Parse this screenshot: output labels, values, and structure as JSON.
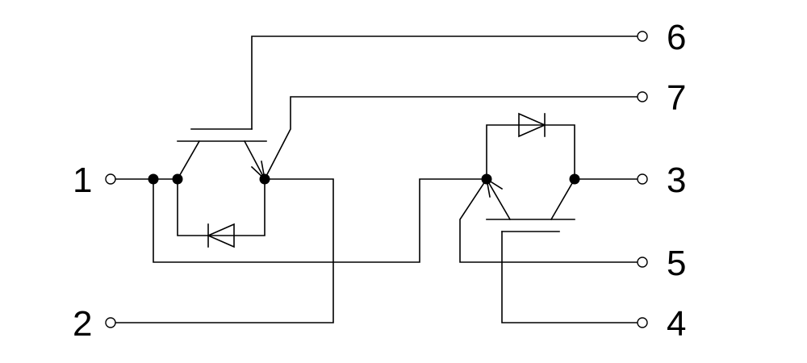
{
  "diagram": {
    "terminals": [
      {
        "id": "t1",
        "label": "1"
      },
      {
        "id": "t2",
        "label": "2"
      },
      {
        "id": "t3",
        "label": "3"
      },
      {
        "id": "t4",
        "label": "4"
      },
      {
        "id": "t5",
        "label": "5"
      },
      {
        "id": "t6",
        "label": "6"
      },
      {
        "id": "t7",
        "label": "7"
      }
    ],
    "colors": {
      "line": "#000000",
      "background": "#ffffff"
    }
  }
}
